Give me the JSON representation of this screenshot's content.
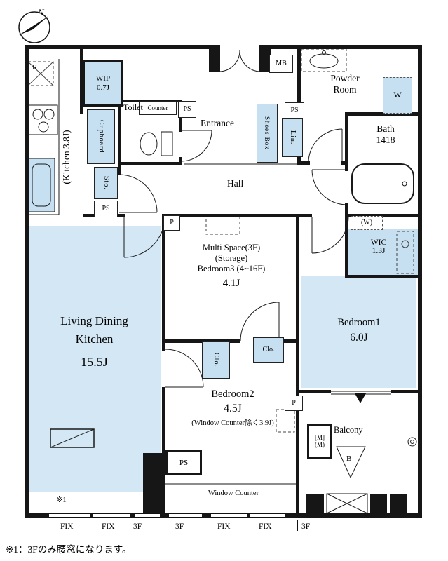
{
  "colors": {
    "wall": "#161616",
    "room_fill": "#d3e7f4",
    "closet_fill": "#c6e0f1"
  },
  "compass": {
    "label": "N"
  },
  "rooms": {
    "kitchen": {
      "label": "(Kitchen 3.8J)"
    },
    "wip": {
      "name": "WIP",
      "size": "0.7J"
    },
    "toilet": {
      "label": "Toilet"
    },
    "entrance": {
      "label": "Entrance"
    },
    "powder_room": {
      "line1": "Powder",
      "line2": "Room"
    },
    "bath": {
      "name": "Bath",
      "size": "1418"
    },
    "hall": {
      "label": "Hall"
    },
    "multi_space": {
      "line1": "Multi Space(3F)",
      "line2": "(Storage)",
      "line3": "Bedroom3 (4~16F)",
      "size": "4.1J"
    },
    "wic": {
      "name": "WIC",
      "size": "1.3J",
      "w_mark": "(W)"
    },
    "bedroom1": {
      "name": "Bedroom1",
      "size": "6.0J"
    },
    "bedroom2": {
      "name": "Bedroom2",
      "size": "4.5J",
      "note": "(Window Counter除く3.9J)"
    },
    "ldk": {
      "line1": "Living Dining",
      "line2": "Kitchen",
      "size": "15.5J"
    },
    "balcony": {
      "label": "Balcony"
    }
  },
  "fixtures": {
    "fridge": "R",
    "cupboard": "Cupboard",
    "storage": "Sto.",
    "counter": "Counter",
    "shoes_box": "Shoes Box",
    "linen": "Lin.",
    "meter_box": "MB",
    "washer": "W",
    "pipe_space": "PS",
    "pipe_shaft": "P",
    "closet": "Clo.",
    "window_counter": "Window Counter",
    "meter1": "[M]",
    "meter2": "(M)",
    "b_mark": "B"
  },
  "annotations": {
    "note_marker": "※1",
    "footnote": "※1：3Fのみ腰窓になります。",
    "window_labels": [
      "FIX",
      "FIX",
      "3F",
      "3F",
      "FIX",
      "FIX",
      "3F"
    ]
  }
}
